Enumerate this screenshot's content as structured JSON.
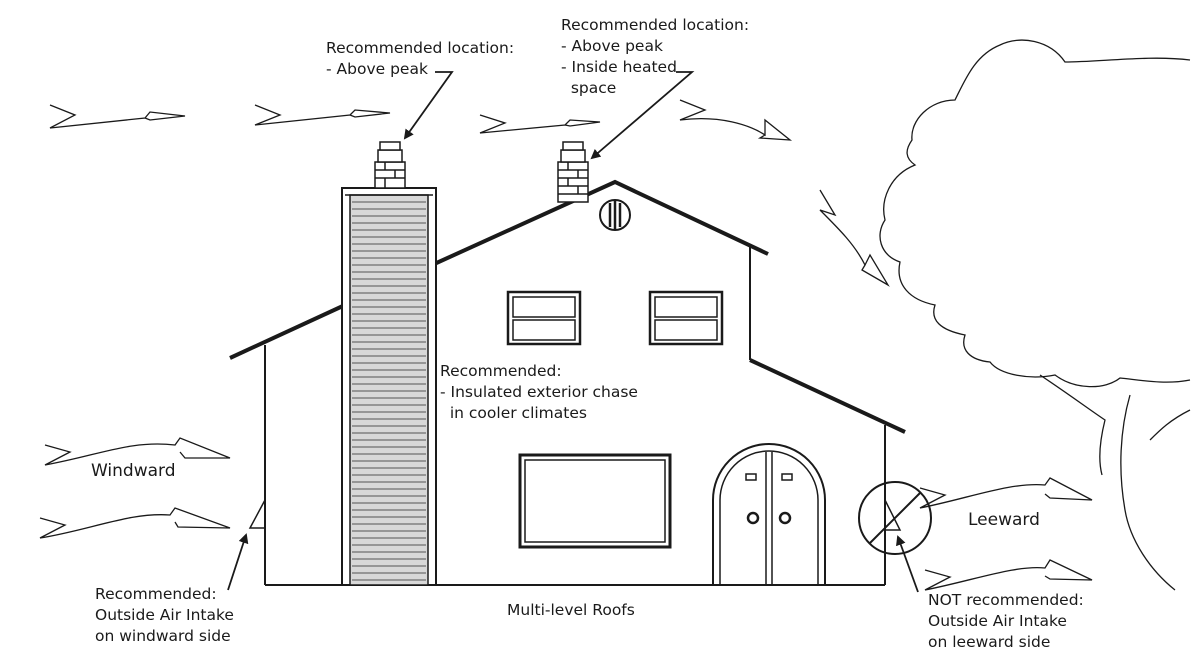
{
  "labels": {
    "chimney_left": [
      "Recommended location:",
      "- Above peak"
    ],
    "chimney_right": [
      "Recommended location:",
      "- Above peak",
      "- Inside heated",
      "  space"
    ],
    "chase": [
      "Recommended:",
      "- Insulated exterior chase",
      "  in cooler climates"
    ],
    "windward": "Windward",
    "leeward": "Leeward",
    "intake_recommended": [
      "Recommended:",
      "Outside Air Intake",
      "on windward side"
    ],
    "intake_not_recommended": [
      "NOT recommended:",
      "Outside Air Intake",
      "on leeward side"
    ],
    "roofs": "Multi-level Roofs"
  },
  "colors": {
    "line": "#1a1a1a",
    "chase_fill": "#d8d8d8",
    "background": "#ffffff"
  }
}
